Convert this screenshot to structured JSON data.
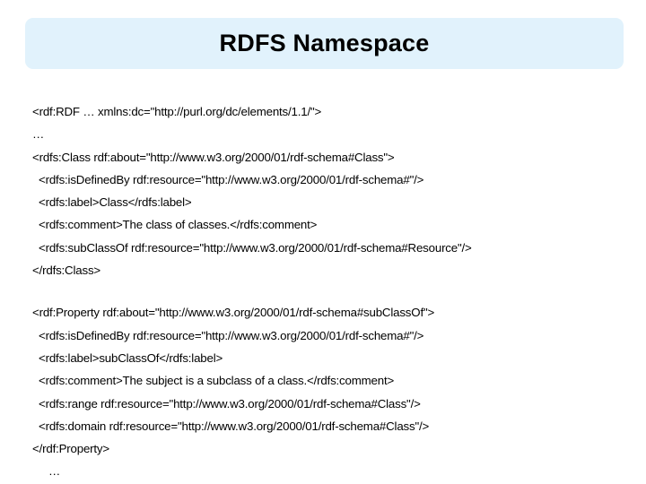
{
  "slide": {
    "title": "RDFS Namespace",
    "title_background": "#e1f2fc",
    "text_color": "#000000",
    "background": "#ffffff"
  },
  "code_blocks": [
    {
      "name": "rdf-root-and-class-block",
      "lines": [
        {
          "indent": 0,
          "text": "<rdf:RDF … xmlns:dc=\"http://purl.org/dc/elements/1.1/\">"
        },
        {
          "indent": 0,
          "text": "…"
        },
        {
          "indent": 0,
          "text": "<rdfs:Class rdf:about=\"http://www.w3.org/2000/01/rdf-schema#Class\">"
        },
        {
          "indent": 1,
          "text": "<rdfs:isDefinedBy rdf:resource=\"http://www.w3.org/2000/01/rdf-schema#\"/>"
        },
        {
          "indent": 1,
          "text": "<rdfs:label>Class</rdfs:label>"
        },
        {
          "indent": 1,
          "text": "<rdfs:comment>The class of classes.</rdfs:comment>"
        },
        {
          "indent": 1,
          "text": "<rdfs:subClassOf rdf:resource=\"http://www.w3.org/2000/01/rdf-schema#Resource\"/>"
        },
        {
          "indent": 0,
          "text": "</rdfs:Class>"
        }
      ]
    },
    {
      "name": "rdf-property-block",
      "lines": [
        {
          "indent": 0,
          "text": "<rdf:Property rdf:about=\"http://www.w3.org/2000/01/rdf-schema#subClassOf\">"
        },
        {
          "indent": 1,
          "text": "<rdfs:isDefinedBy rdf:resource=\"http://www.w3.org/2000/01/rdf-schema#\"/>"
        },
        {
          "indent": 1,
          "text": "<rdfs:label>subClassOf</rdfs:label>"
        },
        {
          "indent": 1,
          "text": "<rdfs:comment>The subject is a subclass of a class.</rdfs:comment>"
        },
        {
          "indent": 1,
          "text": "<rdfs:range rdf:resource=\"http://www.w3.org/2000/01/rdf-schema#Class\"/>"
        },
        {
          "indent": 1,
          "text": "<rdfs:domain rdf:resource=\"http://www.w3.org/2000/01/rdf-schema#Class\"/>"
        },
        {
          "indent": 0,
          "text": "</rdf:Property>"
        },
        {
          "indent": 2,
          "text": "…"
        }
      ]
    }
  ]
}
